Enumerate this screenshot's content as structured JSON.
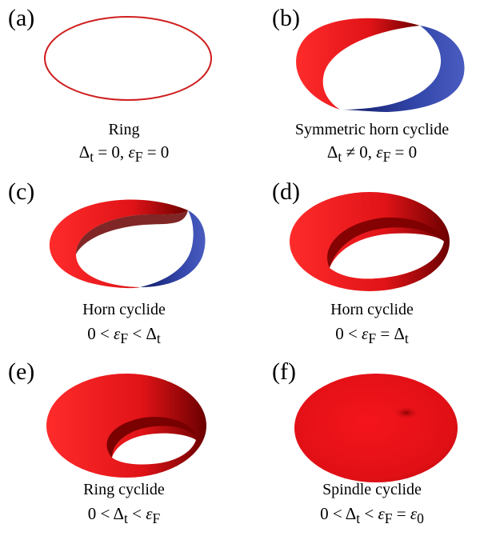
{
  "panels": [
    {
      "label": "(a)",
      "title": "Ring",
      "condition": "Δ<sub>t</sub> = 0, <i>ε</i><sub>F</sub> = 0"
    },
    {
      "label": "(b)",
      "title": "Symmetric horn cyclide",
      "condition": "Δ<sub>t</sub> ≠ 0, <i>ε</i><sub>F</sub> = 0"
    },
    {
      "label": "(c)",
      "title": "Horn cyclide",
      "condition": "0 &lt; <i>ε</i><sub>F</sub> &lt; Δ<sub>t</sub>"
    },
    {
      "label": "(d)",
      "title": "Horn cyclide",
      "condition": "0 &lt; <i>ε</i><sub>F</sub> = Δ<sub>t</sub>"
    },
    {
      "label": "(e)",
      "title": "Ring cyclide",
      "condition": "0 &lt; Δ<sub>t</sub> &lt; <i>ε</i><sub>F</sub>"
    },
    {
      "label": "(f)",
      "title": "Spindle cyclide",
      "condition": "0 &lt; Δ<sub>t</sub> &lt; <i>ε</i><sub>F</sub> = <i>ε</i><sub>0</sub>"
    }
  ],
  "colors": {
    "red": "#e8141b",
    "blue": "#2b3f9e",
    "ring": "#d01f1f"
  }
}
